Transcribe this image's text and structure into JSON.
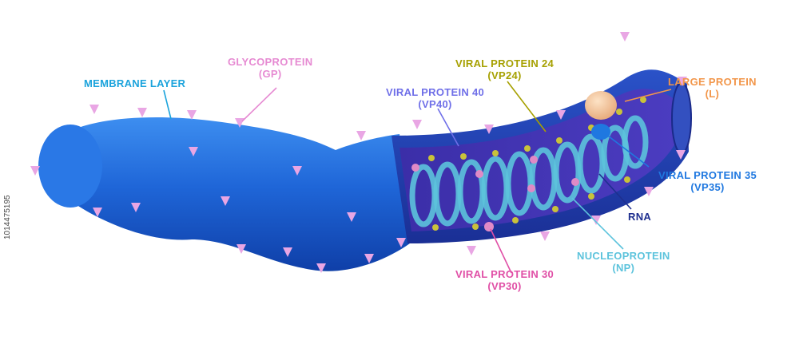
{
  "labels": {
    "membrane": {
      "line1": "MEMBRANE LAYER",
      "line2": ""
    },
    "glycoprotein": {
      "line1": "GLYCOPROTEIN",
      "line2": "(GP)"
    },
    "vp40": {
      "line1": "VIRAL PROTEIN 40",
      "line2": "(VP40)"
    },
    "vp24": {
      "line1": "VIRAL PROTEIN 24",
      "line2": "(VP24)"
    },
    "large": {
      "line1": "LARGE PROTEIN",
      "line2": "(L)"
    },
    "vp35": {
      "line1": "VIRAL PROTEIN 35",
      "line2": "(VP35)"
    },
    "rna": {
      "line1": "RNA",
      "line2": ""
    },
    "nucleoprotein": {
      "line1": "NUCLEOPROTEIN",
      "line2": "(NP)"
    },
    "vp30": {
      "line1": "VIRAL PROTEIN 30",
      "line2": "(VP30)"
    }
  },
  "stock_id": "1014475195",
  "colors": {
    "membrane": "#1ba3dc",
    "glycoprotein": "#e68ad2",
    "vp40": "#6f6fe8",
    "vp24": "#a6a000",
    "large": "#f2964a",
    "vp35": "#1f78e0",
    "rna": "#1e2f8f",
    "nucleoprotein": "#5cc3dc",
    "vp30": "#e04fa6"
  }
}
